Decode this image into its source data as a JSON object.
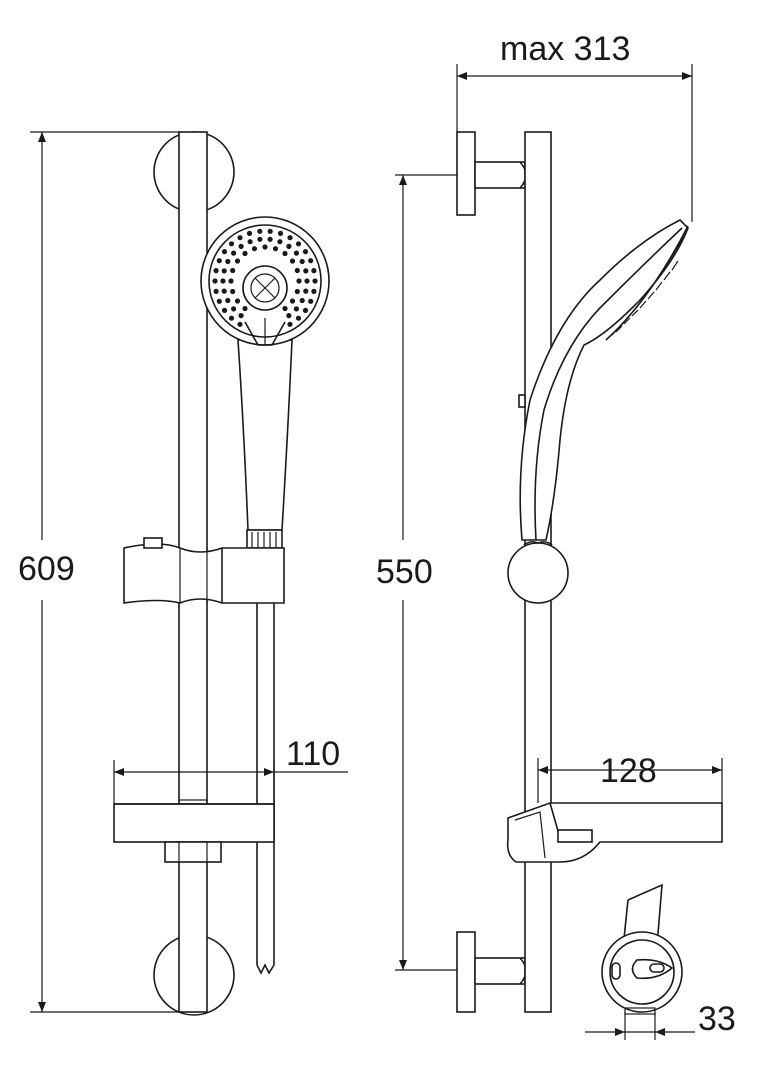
{
  "dimensions": {
    "total_height": "609",
    "rail_length": "550",
    "max_projection": "max 313",
    "soap_dish_width": "110",
    "soap_dish_depth": "128",
    "bracket_offset": "33"
  },
  "colors": {
    "line": "#1a1a1a",
    "background": "#ffffff"
  }
}
